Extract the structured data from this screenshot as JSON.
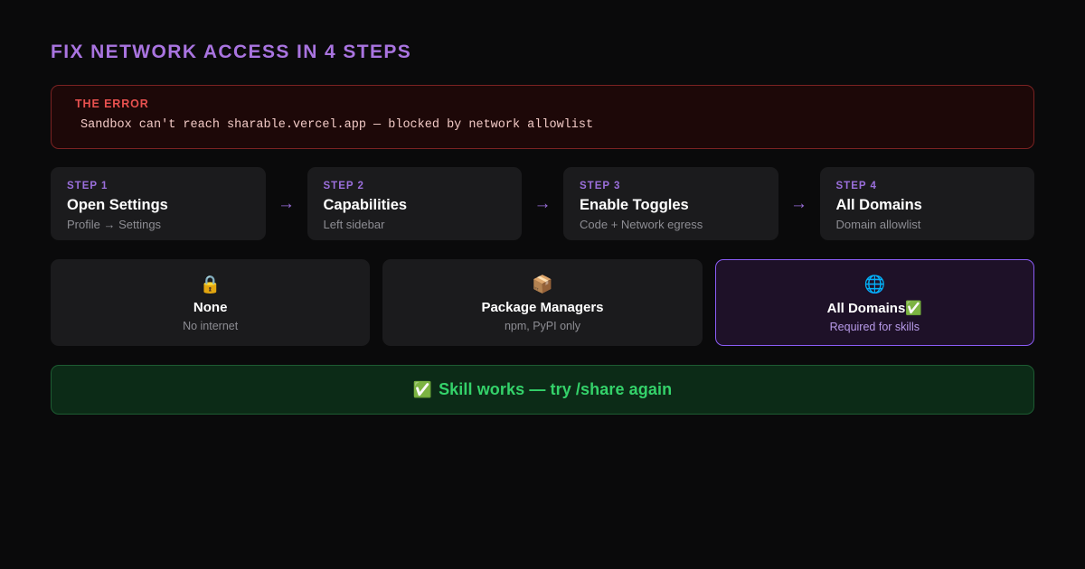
{
  "page": {
    "title": "FIX NETWORK ACCESS IN 4 STEPS",
    "background_color": "#0a0a0b",
    "accent_color": "#a974e0"
  },
  "error": {
    "label": "THE ERROR",
    "message": "Sandbox can't reach sharable.vercel.app — blocked by network allowlist",
    "border_color": "#7b2222",
    "background_color": "#1d0808",
    "label_color": "#e8514f"
  },
  "steps": {
    "arrow_glyph": "→",
    "items": [
      {
        "kicker": "STEP 1",
        "title": "Open Settings",
        "sub": "Profile → Settings"
      },
      {
        "kicker": "STEP 2",
        "title": "Capabilities",
        "sub": "Left sidebar"
      },
      {
        "kicker": "STEP 3",
        "title": "Enable Toggles",
        "sub": "Code + Network egress"
      },
      {
        "kicker": "STEP 4",
        "title": "All Domains",
        "sub": "Domain allowlist"
      }
    ]
  },
  "options": {
    "items": [
      {
        "icon": "🔒",
        "icon_name": "lock-icon",
        "title": "None",
        "badge": "",
        "sub": "No internet",
        "highlighted": false
      },
      {
        "icon": "📦",
        "icon_name": "package-icon",
        "title": "Package Managers",
        "badge": "",
        "sub": "npm, PyPI only",
        "highlighted": false
      },
      {
        "icon": "🌐",
        "icon_name": "globe-icon",
        "title": "All Domains",
        "badge": "✅",
        "sub": "Required for skills",
        "highlighted": true
      }
    ],
    "highlight_border_color": "#8b5cf6",
    "highlight_background_color": "#1e1128"
  },
  "success": {
    "icon": "✅",
    "text": "Skill works — try /share again",
    "text_color": "#34d26a",
    "background_color": "#0c2b17",
    "border_color": "#1d5c32"
  }
}
